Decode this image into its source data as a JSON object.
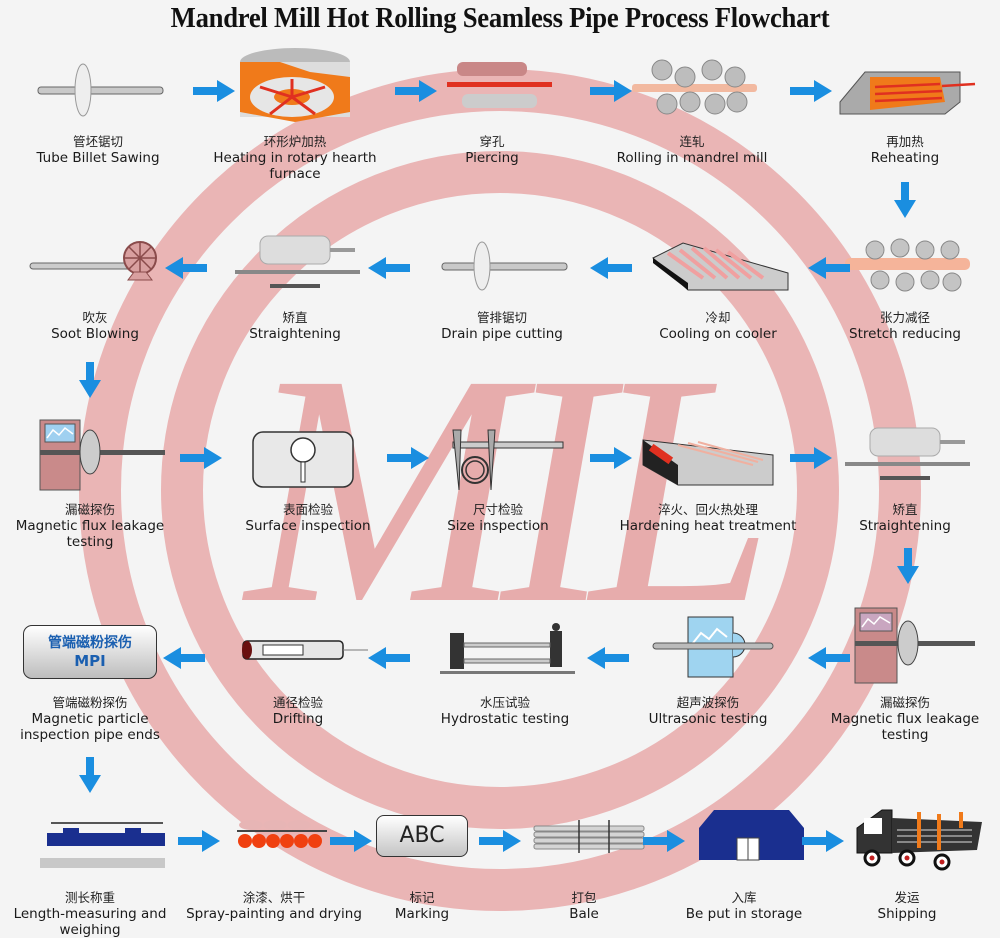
{
  "title": "Mandrel Mill Hot Rolling Seamless Pipe Process Flowchart",
  "watermark": {
    "text": "MIL",
    "color": "#d9797a"
  },
  "colors": {
    "arrow": "#1a8ee0",
    "accent_orange": "#f07a1a",
    "accent_red": "#e03020",
    "navy": "#1a2f8f"
  },
  "steps": [
    {
      "cn": "管坯锯切",
      "en": "Tube Billet Sawing",
      "icon": "billet-saw-icon"
    },
    {
      "cn": "环形炉加热",
      "en": "Heating in rotary hearth furnace",
      "icon": "rotary-furnace-icon"
    },
    {
      "cn": "穿孔",
      "en": "Piercing",
      "icon": "piercing-icon"
    },
    {
      "cn": "连轧",
      "en": "Rolling in mandrel mill",
      "icon": "mandrel-mill-icon"
    },
    {
      "cn": "再加热",
      "en": "Reheating",
      "icon": "reheating-furnace-icon"
    },
    {
      "cn": "张力减径",
      "en": "Stretch reducing",
      "icon": "stretch-reducer-icon"
    },
    {
      "cn": "冷却",
      "en": "Cooling on cooler",
      "icon": "cooling-bed-icon"
    },
    {
      "cn": "管排锯切",
      "en": "Drain pipe cutting",
      "icon": "pipe-saw-icon"
    },
    {
      "cn": "矫直",
      "en": "Straightening",
      "icon": "straightener-icon"
    },
    {
      "cn": "吹灰",
      "en": "Soot Blowing",
      "icon": "soot-blower-icon"
    },
    {
      "cn": "漏磁探伤",
      "en": "Magnetic flux leakage testing",
      "icon": "flux-leakage-tester-icon"
    },
    {
      "cn": "表面检验",
      "en": "Surface inspection",
      "icon": "magnifier-icon"
    },
    {
      "cn": "尺寸检验",
      "en": "Size inspection",
      "icon": "caliper-icon"
    },
    {
      "cn": "淬火、回火热处理",
      "en": "Hardening heat treatment",
      "icon": "heat-treatment-furnace-icon"
    },
    {
      "cn": "矫直",
      "en": "Straightening",
      "icon": "straightener-icon"
    },
    {
      "cn": "漏磁探伤",
      "en": "Magnetic flux leakage testing",
      "icon": "flux-leakage-tester-icon"
    },
    {
      "cn": "超声波探伤",
      "en": "Ultrasonic testing",
      "icon": "ultrasonic-tester-icon"
    },
    {
      "cn": "水压试验",
      "en": "Hydrostatic testing",
      "icon": "hydrostatic-tester-icon"
    },
    {
      "cn": "通径检验",
      "en": "Drifting",
      "icon": "drift-gauge-icon"
    },
    {
      "cn": "管端磁粉探伤",
      "en": "Magnetic particle inspection pipe ends",
      "icon": "mpi-box-icon",
      "box_cn": "管端磁粉探伤",
      "box_en": "MPI"
    },
    {
      "cn": "测长称重",
      "en": "Length-measuring and weighing",
      "icon": "scale-icon"
    },
    {
      "cn": "涂漆、烘干",
      "en": "Spray-painting and drying",
      "icon": "spray-painting-icon"
    },
    {
      "cn": "标记",
      "en": "Marking",
      "icon": "marking-box-icon",
      "box_text": "ABC"
    },
    {
      "cn": "打包",
      "en": "Bale",
      "icon": "pipe-bundle-icon"
    },
    {
      "cn": "入库",
      "en": "Be put in storage",
      "icon": "warehouse-icon"
    },
    {
      "cn": "发运",
      "en": "Shipping",
      "icon": "truck-icon"
    }
  ]
}
